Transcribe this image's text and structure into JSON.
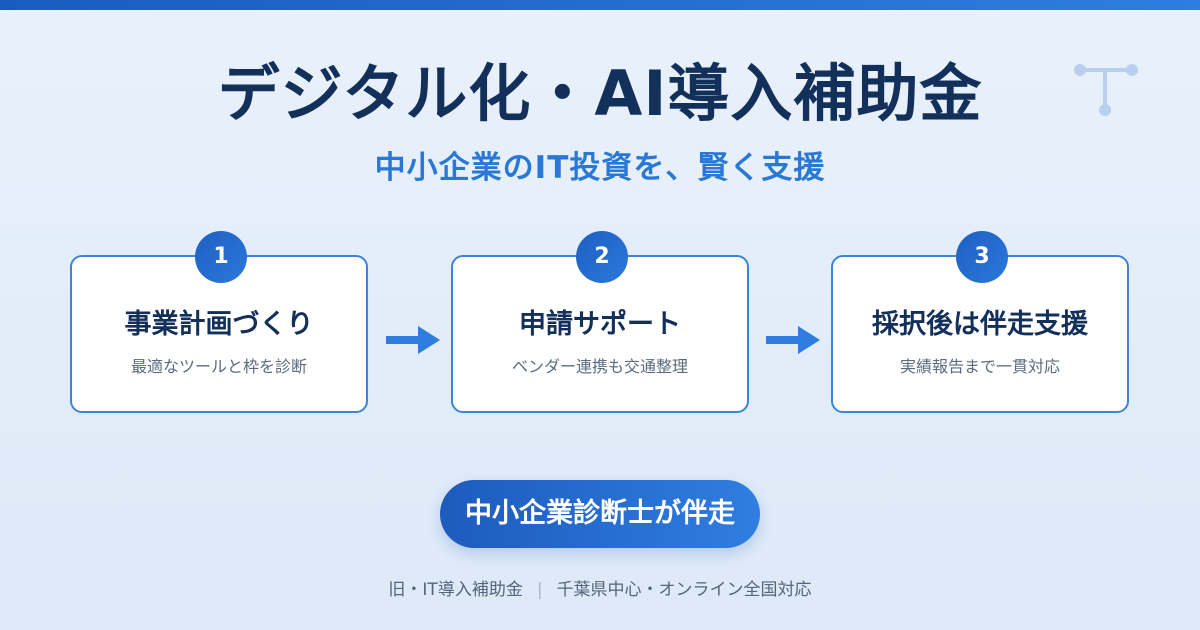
{
  "header": {
    "title": "デジタル化・AI導入補助金",
    "subtitle": "中小企業のIT投資を、賢く支援"
  },
  "steps": [
    {
      "number": "1",
      "title": "事業計画づくり",
      "description": "最適なツールと枠を診断"
    },
    {
      "number": "2",
      "title": "申請サポート",
      "description": "ベンダー連携も交通整理"
    },
    {
      "number": "3",
      "title": "採択後は伴走支援",
      "description": "実績報告まで一貫対応"
    }
  ],
  "badge": {
    "label": "中小企業診断士が伴走"
  },
  "footer": {
    "left": "旧・IT導入補助金",
    "separator": "|",
    "right": "千葉県中心・オンライン全国対応"
  },
  "colors": {
    "accent": "#2a78d6",
    "title": "#13305a",
    "card_border": "#3f83d8",
    "background": "#e9f1fb"
  },
  "icons": {
    "decorative": "tech-node-icon",
    "flow_arrow": "arrow-right-icon"
  }
}
